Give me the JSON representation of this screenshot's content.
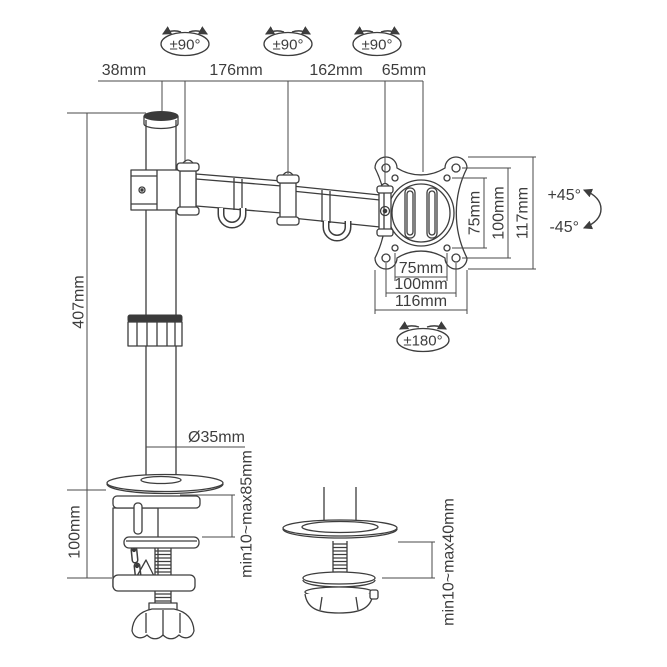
{
  "colors": {
    "line": "#3d3d3d",
    "text": "#3d3d3d",
    "dark_fill": "#3a3a3a",
    "background": "#ffffff"
  },
  "rotation": {
    "joint1": "±90°",
    "joint2": "±90°",
    "joint3": "±90°",
    "vesa": "±180°"
  },
  "tilt": {
    "up": "+45°",
    "down": "-45°"
  },
  "top_dimensions": {
    "pole_offset": "38mm",
    "arm1": "176mm",
    "arm2": "162mm",
    "vesa_offset": "65mm"
  },
  "left_dimensions": {
    "pole_height": "407mm",
    "clamp_height": "100mm"
  },
  "pole": {
    "diameter": "Ø35mm"
  },
  "vesa": {
    "vertical": {
      "inner": "75mm",
      "outer": "100mm",
      "plate": "117mm"
    },
    "horizontal": {
      "inner": "75mm",
      "outer": "100mm",
      "plate": "116mm"
    }
  },
  "clamp_range": "min10~max85mm",
  "grommet_range": "min10~max40mm"
}
